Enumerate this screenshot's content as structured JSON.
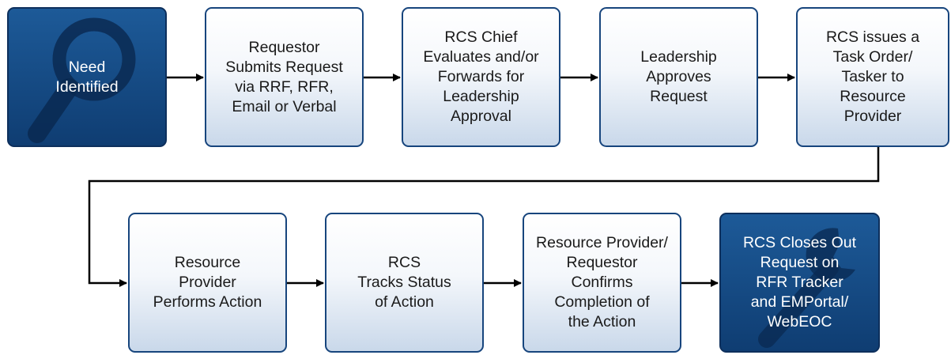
{
  "colors": {
    "dark_box": "#0f3d72",
    "light_box_border": "#17457d",
    "connector": "#000000"
  },
  "steps": [
    {
      "id": "need-identified",
      "label": "Need\nIdentified",
      "style": "dark",
      "icon": "magnifier-icon"
    },
    {
      "id": "requestor-submits",
      "label": "Requestor\nSubmits Request\nvia RRF, RFR,\nEmail or Verbal",
      "style": "light"
    },
    {
      "id": "rcs-chief-evaluates",
      "label": "RCS Chief\nEvaluates and/or\nForwards for\nLeadership\nApproval",
      "style": "light"
    },
    {
      "id": "leadership-approves",
      "label": "Leadership\nApproves\nRequest",
      "style": "light"
    },
    {
      "id": "rcs-issues-task-order",
      "label": "RCS issues a\nTask Order/\nTasker to\nResource\nProvider",
      "style": "light"
    },
    {
      "id": "resource-provider-performs",
      "label": "Resource\nProvider\nPerforms Action",
      "style": "light"
    },
    {
      "id": "rcs-tracks-status",
      "label": "RCS\nTracks Status\nof Action",
      "style": "light"
    },
    {
      "id": "confirms-completion",
      "label": "Resource Provider/\nRequestor\nConfirms\nCompletion of\nthe Action",
      "style": "light"
    },
    {
      "id": "rcs-closes-out",
      "label": "RCS Closes Out\nRequest on\nRFR Tracker\nand EMPortal/\nWebEOC",
      "style": "dark",
      "icon": "wrench-icon"
    }
  ]
}
